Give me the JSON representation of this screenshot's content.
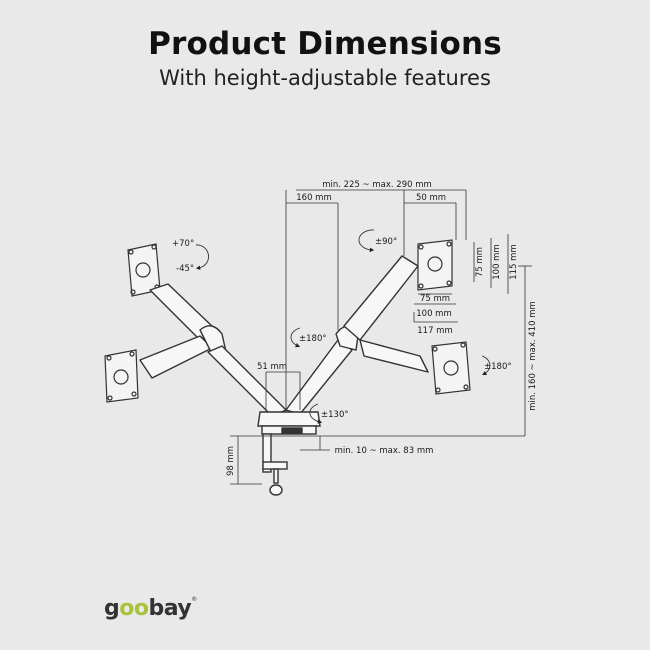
{
  "header": {
    "title": "Product Dimensions",
    "subtitle": "With height-adjustable features"
  },
  "dimensions": {
    "reach": "min. 225 ~ max. 290 mm",
    "upper_offset": "160 mm",
    "plate_offset": "50 mm",
    "vesa_75_v": "75 mm",
    "vesa_100_v": "100 mm",
    "plate_height": "115 mm",
    "vesa_75_h": "75 mm",
    "vesa_100_h": "100 mm",
    "plate_width": "117 mm",
    "pole_width": "51 mm",
    "height_range": "min. 160 ~ max. 410 mm",
    "clamp_range": "min. 10 ~ max. 83 mm",
    "base_height": "98 mm"
  },
  "angles": {
    "tilt_up": "+70°",
    "tilt_down": "-45°",
    "swivel": "±90°",
    "elbow": "±180°",
    "rotate": "±180°",
    "base": "±130°"
  },
  "brand": {
    "logo_text": "goobay",
    "registered": "®",
    "accent": "#a8c33a"
  }
}
